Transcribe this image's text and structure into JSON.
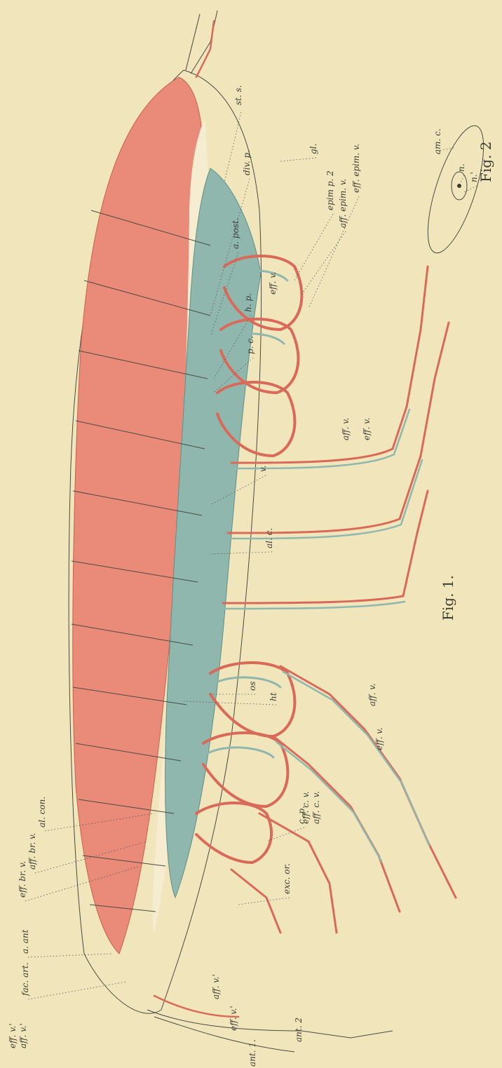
{
  "figure_titles": {
    "fig1": "Fig. 1.",
    "fig2": "Fig. 2"
  },
  "labels": [
    "st. s.",
    "gl.",
    "div. p.",
    "epim p. 2",
    "aff. epim. v.",
    "eff. epim. v.",
    "a. post.",
    "h. p.",
    "p. c.",
    "eff. v.",
    "aff. v.",
    "eff. v.",
    "v.",
    "al. c.",
    "os",
    "ht",
    "aff. v.",
    "eff. v.",
    "eff. c. v.",
    "aff. c. v.",
    "al. con.",
    "aff. br. v.",
    "eff. br. v.",
    "c. p.",
    "exc. or.",
    "a. ant",
    "fac. art.",
    "eff. v.'",
    "aff. v.'",
    "aff. v.'",
    "eff. v.'",
    "ant. 1.",
    "ant. 2",
    "am. c.",
    "n.",
    "n.'"
  ],
  "colors": {
    "arterial": "#ea8a78",
    "venous": "#8fb7ad",
    "paper": "#f1e6bb",
    "ink": "#3b3b33"
  }
}
